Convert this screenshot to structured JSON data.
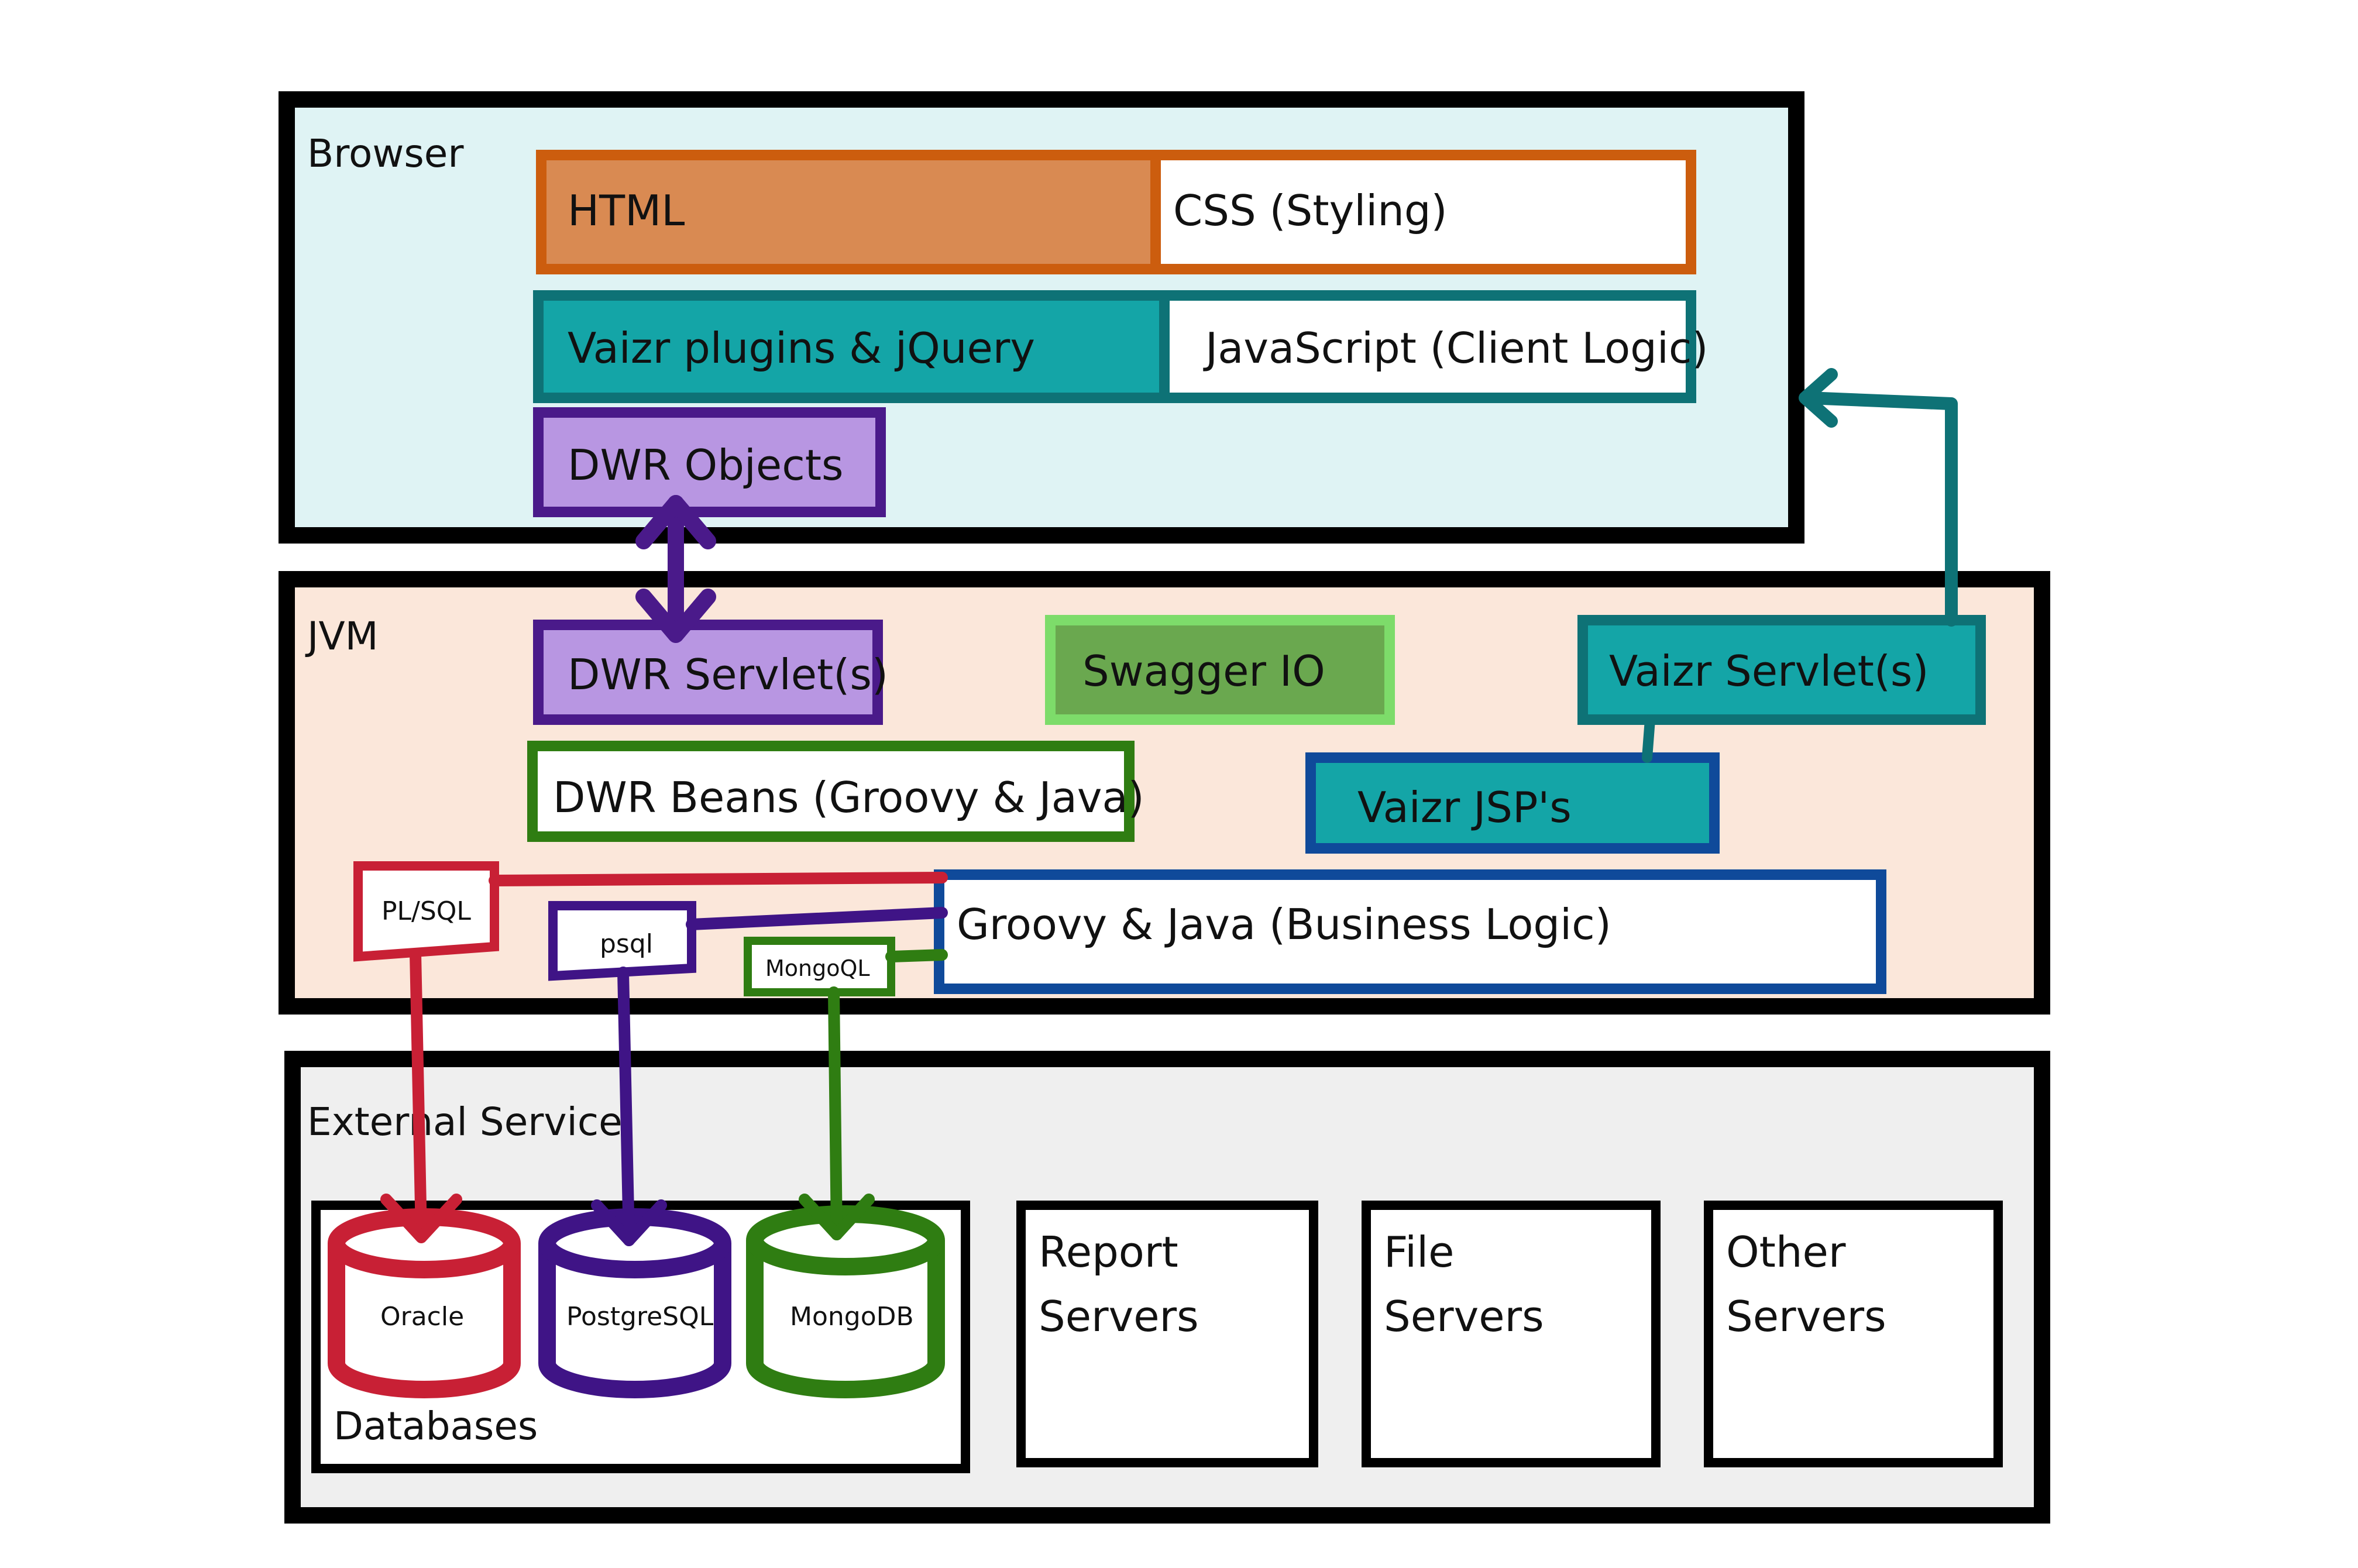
{
  "layers": {
    "browser": "Browser",
    "jvm": "JVM",
    "external": "External Service"
  },
  "browser": {
    "html": "HTML",
    "css": "CSS (Styling)",
    "vaizr_plugins": "Vaizr plugins & jQuery",
    "javascript": "JavaScript (Client Logic)",
    "dwr_objects": "DWR Objects"
  },
  "jvm": {
    "dwr_servlets": "DWR Servlet(s)",
    "swagger": "Swagger IO",
    "vaizr_servlets": "Vaizr Servlet(s)",
    "dwr_beans": "DWR Beans (Groovy & Java)",
    "vaizr_jsps": "Vaizr JSP's",
    "business_logic": "Groovy & Java (Business Logic)",
    "plsql": "PL/SQL",
    "psql": "psql",
    "mongoql": "MongoQL"
  },
  "external": {
    "oracle": "Oracle",
    "postgresql": "PostgreSQL",
    "mongodb": "MongoDB",
    "databases": "Databases",
    "report_servers": [
      "Report",
      "Servers"
    ],
    "file_servers": [
      "File",
      "Servers"
    ],
    "other_servers": [
      "Other",
      "Servers"
    ]
  },
  "colors": {
    "browser_bg": "#dff3f4",
    "jvm_bg": "#fbe7da",
    "external_bg": "#efefef",
    "html": "#d98a52",
    "orange_border": "#cc5d0e",
    "teal": "#14a5a7",
    "teal_border": "#0e7276",
    "purple": "#b896e2",
    "purple_border": "#4a1a8a",
    "swagger": "#6aa84f",
    "swagger_border": "#7ddc6a",
    "dwr_beans_border": "#2f7d12",
    "blue_border": "#0f4a9a",
    "red": "#c82035",
    "purple_db": "#3f1486",
    "green_db": "#2f7d12"
  }
}
